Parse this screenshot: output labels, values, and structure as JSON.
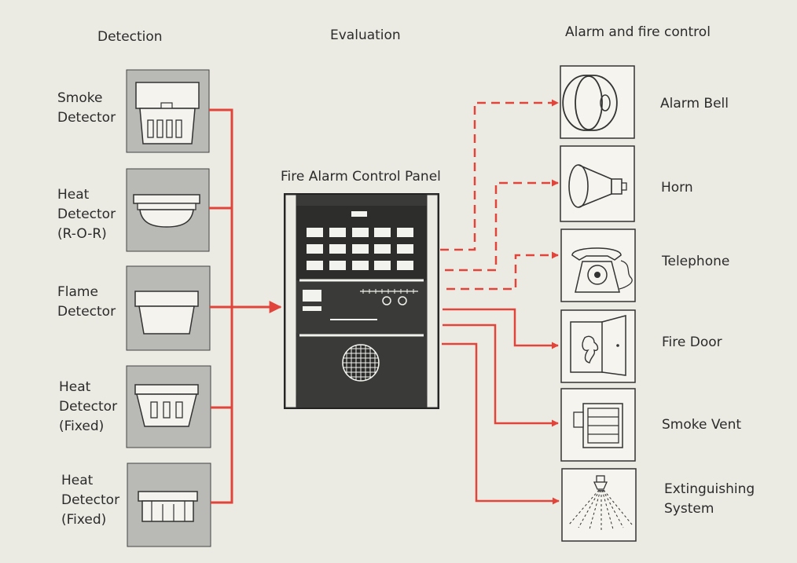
{
  "headers": {
    "detection": "Detection",
    "evaluation": "Evaluation",
    "alarm": "Alarm and fire control"
  },
  "panel_title": "Fire Alarm Control Panel",
  "detectors": [
    {
      "lines": [
        "Smoke",
        "Detector"
      ],
      "icon": "smoke-detector-icon"
    },
    {
      "lines": [
        "Heat",
        "Detector",
        "(R-O-R)"
      ],
      "icon": "heat-detector-ror-icon"
    },
    {
      "lines": [
        "Flame",
        "Detector"
      ],
      "icon": "flame-detector-icon"
    },
    {
      "lines": [
        "Heat",
        "Detector",
        "(Fixed)"
      ],
      "icon": "heat-detector-fixed-icon"
    },
    {
      "lines": [
        "Heat",
        "Detector",
        "(Fixed)"
      ],
      "icon": "heat-detector-fixed-icon"
    }
  ],
  "outputs": [
    {
      "lines": [
        "Alarm Bell"
      ],
      "icon": "alarm-bell-icon",
      "line_style": "dashed"
    },
    {
      "lines": [
        "Horn"
      ],
      "icon": "horn-icon",
      "line_style": "dashed"
    },
    {
      "lines": [
        "Telephone"
      ],
      "icon": "telephone-icon",
      "line_style": "dashed"
    },
    {
      "lines": [
        "Fire Door"
      ],
      "icon": "fire-door-icon",
      "line_style": "solid"
    },
    {
      "lines": [
        "Smoke Vent"
      ],
      "icon": "smoke-vent-icon",
      "line_style": "solid"
    },
    {
      "lines": [
        "Extinguishing",
        "System"
      ],
      "icon": "sprinkler-icon",
      "line_style": "solid"
    }
  ],
  "colors": {
    "background": "#ecebe3",
    "connector": "#e0443a",
    "detector_box": "#b9b9b5",
    "panel_dark": "#3a3a38",
    "text": "#2b2b2b"
  }
}
